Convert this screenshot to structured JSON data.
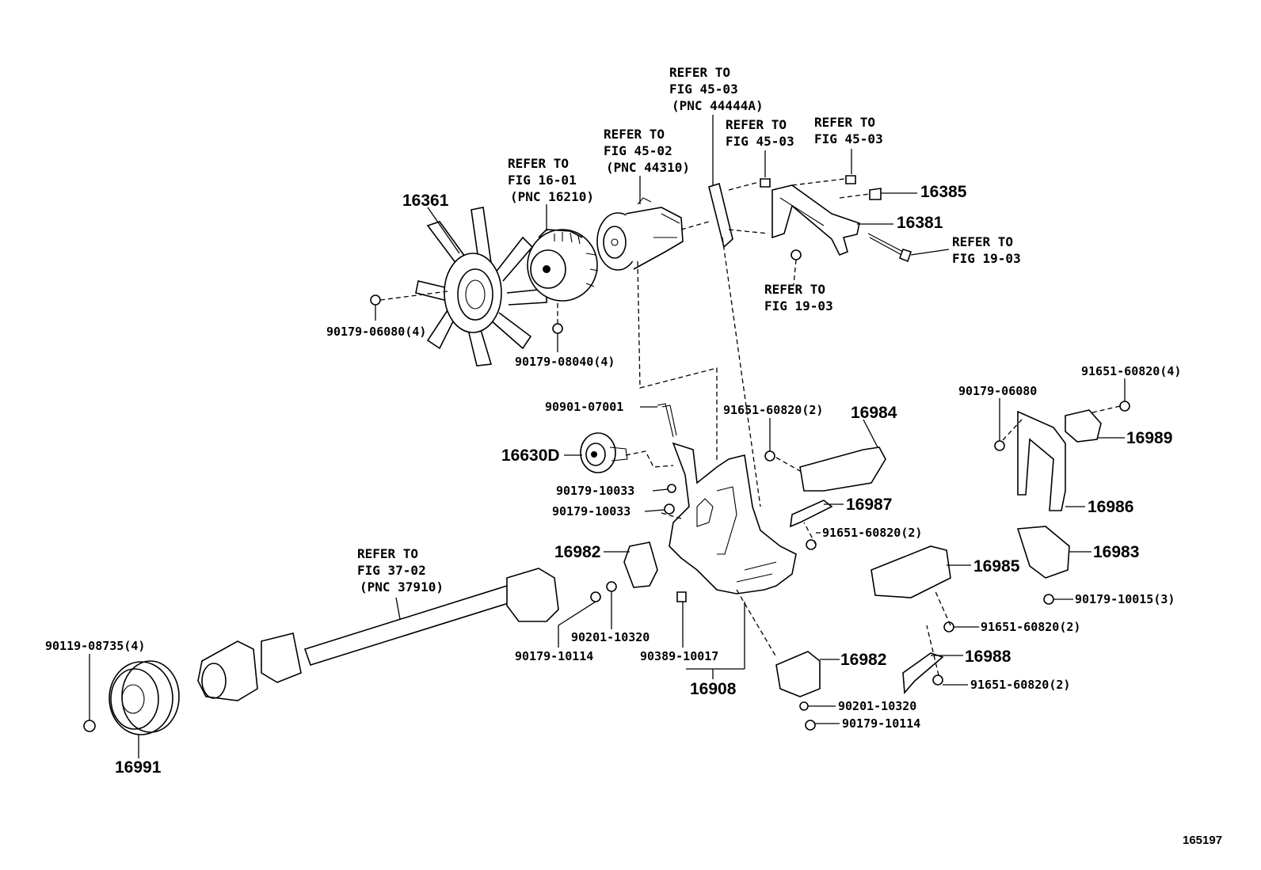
{
  "refers": {
    "r1": [
      "REFER TO",
      "FIG 45-03",
      "(PNC 44444A)"
    ],
    "r2": [
      "REFER TO",
      "FIG 45-02",
      "(PNC 44310)"
    ],
    "r3": [
      "REFER TO",
      "FIG 16-01",
      "(PNC 16210)"
    ],
    "r4": [
      "REFER TO",
      "FIG 45-03"
    ],
    "r5": [
      "REFER TO",
      "FIG 45-03"
    ],
    "r6": [
      "REFER TO",
      "FIG 19-03"
    ],
    "r7": [
      "REFER TO",
      "FIG 19-03"
    ],
    "r8": [
      "REFER TO",
      "FIG 37-02",
      "(PNC 37910)"
    ]
  },
  "parts": {
    "p16361": "16361",
    "p16385": "16385",
    "p16381": "16381",
    "p90179_06080_4": "90179-06080(4)",
    "p90179_08040_4": "90179-08040(4)",
    "p90901_07001": "90901-07001",
    "p16630D": "16630D",
    "p91651_60820_2a": "91651-60820(2)",
    "p16984": "16984",
    "p90179_10033a": "90179-10033",
    "p90179_10033b": "90179-10033",
    "p16987": "16987",
    "p91651_60820_2b": "91651-60820(2)",
    "p90179_06080": "90179-06080",
    "p91651_60820_4": "91651-60820(4)",
    "p16989": "16989",
    "p16986": "16986",
    "p16983": "16983",
    "p90179_10015_3": "90179-10015(3)",
    "p16982a": "16982",
    "p16985": "16985",
    "p91651_60820_2c": "91651-60820(2)",
    "p90201_10320a": "90201-10320",
    "p90179_10114a": "90179-10114",
    "p90389_10017": "90389-10017",
    "p16908": "16908",
    "p16982b": "16982",
    "p16988": "16988",
    "p91651_60820_2d": "91651-60820(2)",
    "p90201_10320b": "90201-10320",
    "p90179_10114b": "90179-10114",
    "p90119_08735_4": "90119-08735(4)",
    "p16991": "16991"
  },
  "figure_id": "165197"
}
